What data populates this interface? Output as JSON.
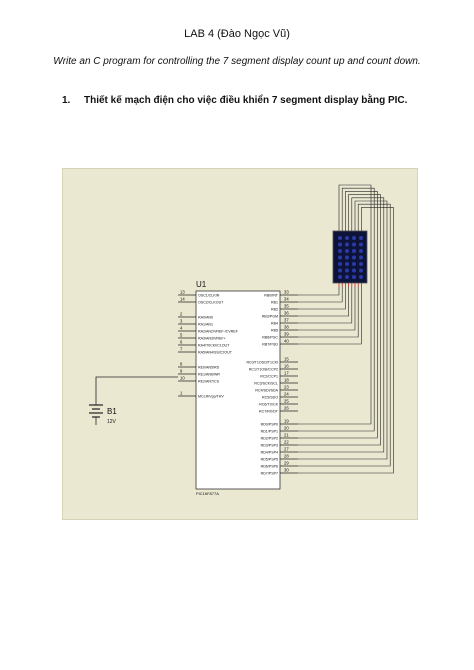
{
  "document": {
    "title": "LAB 4 (Đào Ngọc Vũ)",
    "subtitle": "Write an C program for controlling the 7 segment display count up and count down.",
    "section": {
      "number": "1.",
      "text": "Thiết kế mạch điện cho việc điều khiển 7 segment display bằng PIC."
    }
  },
  "schematic": {
    "chip_ref": "U1",
    "chip_part": "PIC16F877A",
    "battery_ref": "B1",
    "battery_value": "12V",
    "left_pins": [
      {
        "num": "13",
        "name": "OSC1/CLKIN"
      },
      {
        "num": "14",
        "name": "OSC2/CLKOUT"
      },
      {
        "num": "2",
        "name": "RA0/AN0"
      },
      {
        "num": "3",
        "name": "RA1/AN1"
      },
      {
        "num": "4",
        "name": "RA2/AN2/VREF-/CVREF"
      },
      {
        "num": "5",
        "name": "RA3/AN3/VREF+"
      },
      {
        "num": "6",
        "name": "RA4/T0CKI/C1OUT"
      },
      {
        "num": "7",
        "name": "RA5/AN4/SS/C2OUT"
      },
      {
        "num": "8",
        "name": "RE0/AN5/RD"
      },
      {
        "num": "9",
        "name": "RE1/AN6/WR"
      },
      {
        "num": "10",
        "name": "RE2/AN7/CS"
      },
      {
        "num": "1",
        "name": "MCLR/Vpp/THV"
      }
    ],
    "right_pins": [
      {
        "num": "33",
        "name": "RB0/INT"
      },
      {
        "num": "34",
        "name": "RB1"
      },
      {
        "num": "35",
        "name": "RB2"
      },
      {
        "num": "36",
        "name": "RB3/PGM"
      },
      {
        "num": "37",
        "name": "RB4"
      },
      {
        "num": "38",
        "name": "RB5"
      },
      {
        "num": "39",
        "name": "RB6/PGC"
      },
      {
        "num": "40",
        "name": "RB7/PGD"
      },
      {
        "num": "15",
        "name": "RC0/T1OSO/T1CKI"
      },
      {
        "num": "16",
        "name": "RC1/T1OSI/CCP2"
      },
      {
        "num": "17",
        "name": "RC2/CCP1"
      },
      {
        "num": "18",
        "name": "RC3/SCK/SCL"
      },
      {
        "num": "23",
        "name": "RC4/SDI/SDA"
      },
      {
        "num": "24",
        "name": "RC5/SDO"
      },
      {
        "num": "25",
        "name": "RC6/TX/CK"
      },
      {
        "num": "26",
        "name": "RC7/RX/DT"
      },
      {
        "num": "19",
        "name": "RD0/PSP0"
      },
      {
        "num": "20",
        "name": "RD1/PSP1"
      },
      {
        "num": "21",
        "name": "RD2/PSP2"
      },
      {
        "num": "22",
        "name": "RD3/PSP3"
      },
      {
        "num": "27",
        "name": "RD4/PSP4"
      },
      {
        "num": "28",
        "name": "RD5/PSP5"
      },
      {
        "num": "29",
        "name": "RD6/PSP6"
      },
      {
        "num": "30",
        "name": "RD7/PSP7"
      }
    ],
    "colors": {
      "background": "#ebe8d2",
      "wire": "#1e1e1e",
      "chip_fill": "#ffffff",
      "display_fill": "#0d1438",
      "led_off": "#2b3aa8"
    }
  }
}
